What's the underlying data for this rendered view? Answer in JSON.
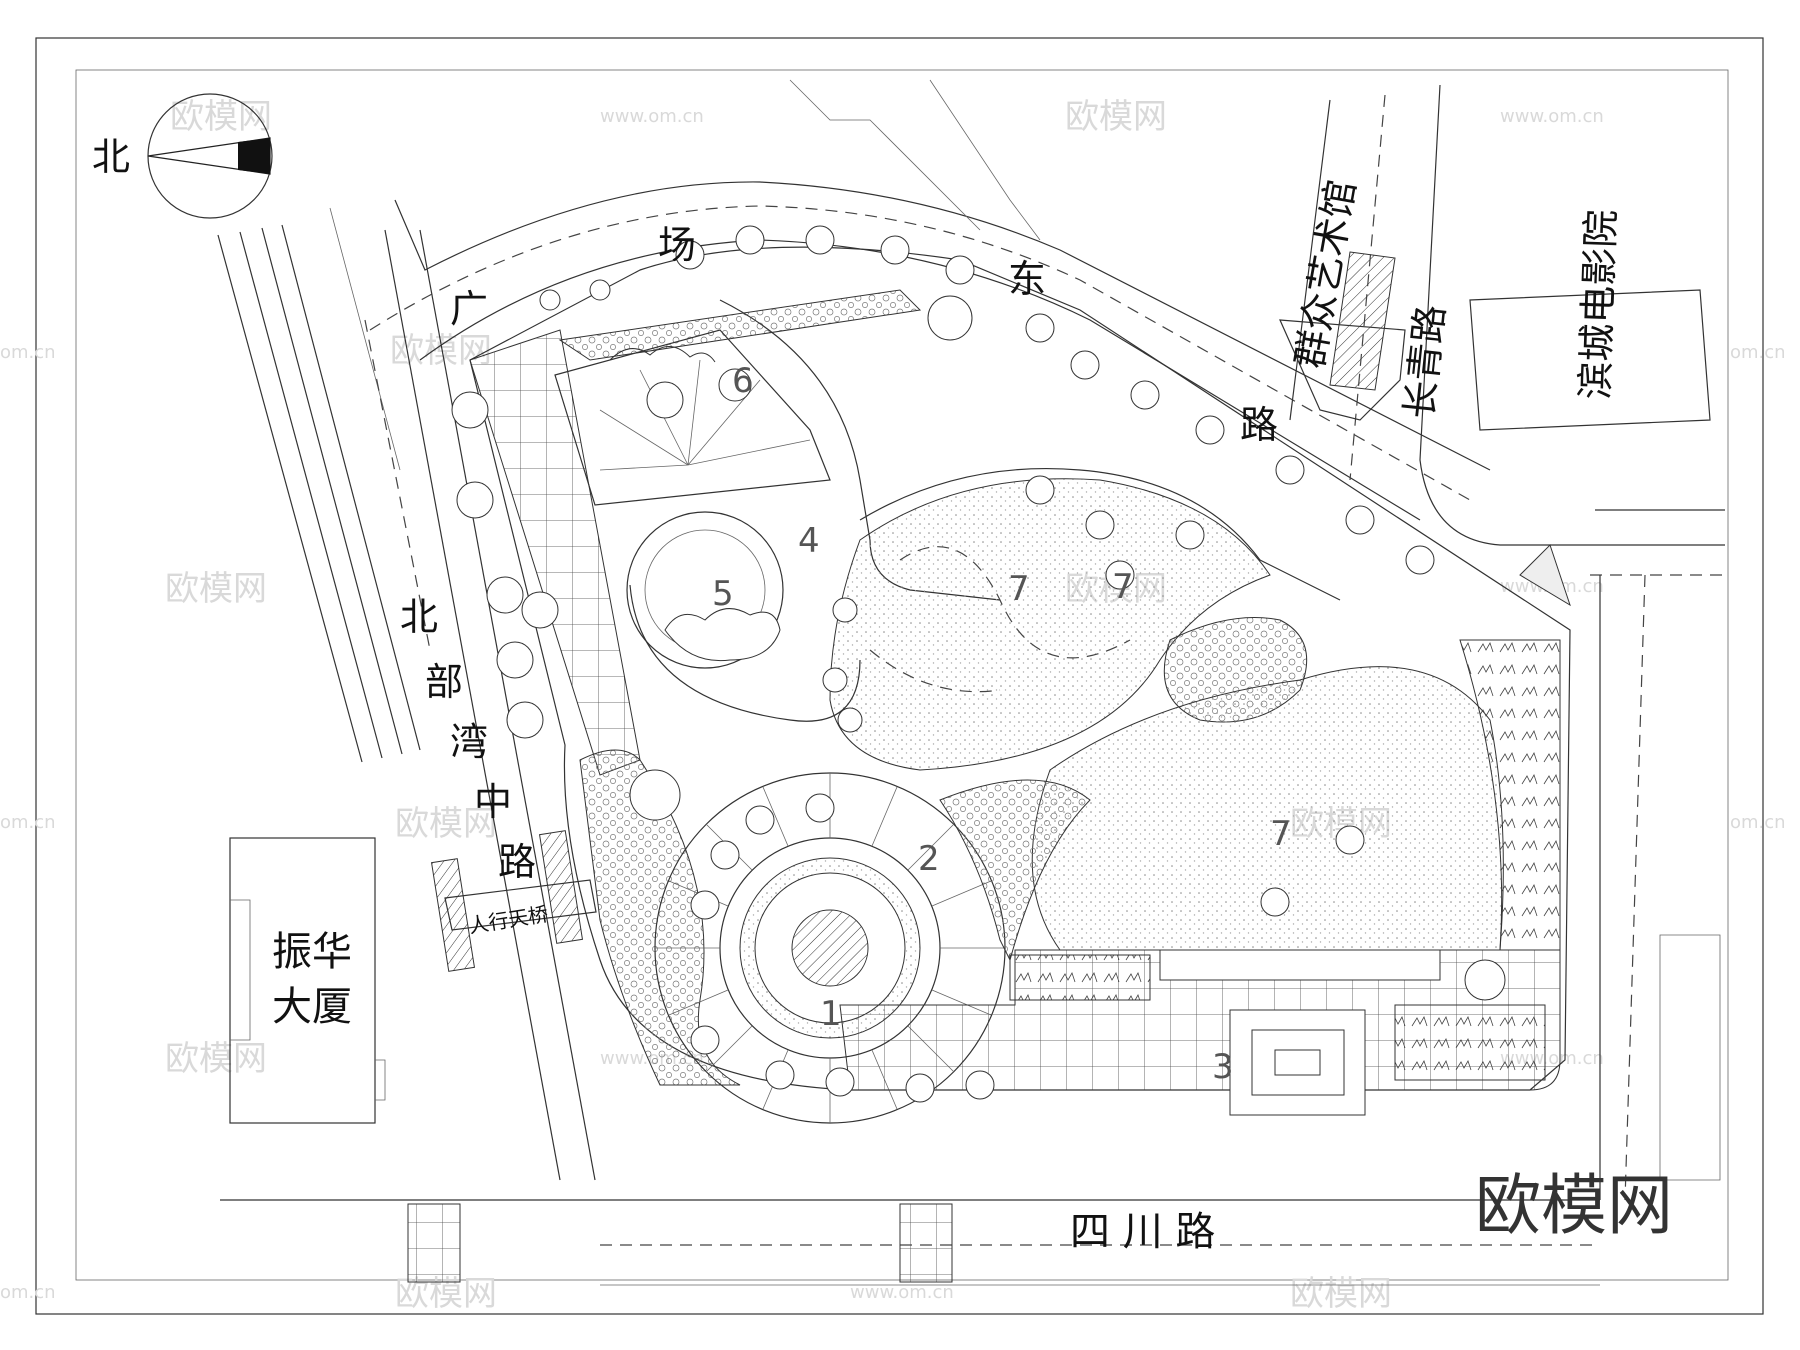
{
  "title": "",
  "north_label": "北",
  "roads": {
    "west": "北部湾中路",
    "south": "四 川 路",
    "northeast": [
      "广",
      "场",
      "东",
      "路"
    ],
    "changqing": "长青路"
  },
  "buildings": {
    "zhenhua": [
      "振华",
      "大厦"
    ],
    "art_center": "群众艺术馆",
    "cinema": "滨城电影院"
  },
  "bridge_label": "人行天桥",
  "zones": [
    "1",
    "2",
    "3",
    "4",
    "5",
    "6",
    "7",
    "7",
    "7"
  ],
  "watermarks": {
    "brand": "欧模网",
    "site": "www.om.cn",
    "short": "om.cn"
  }
}
